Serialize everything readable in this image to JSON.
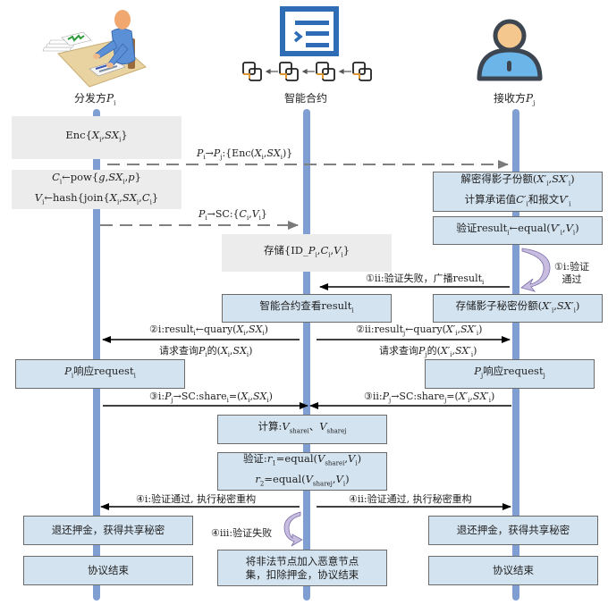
{
  "actors": {
    "distributor": {
      "label": "分发方",
      "var": "P",
      "sub": "i",
      "icon": "person-at-desk-icon"
    },
    "contract": {
      "label": "智能合约",
      "icon": "smart-contract-icon",
      "chain_icon": "blockchain-icon"
    },
    "receiver": {
      "label": "接收方",
      "var": "P",
      "sub": "j",
      "icon": "user-avatar-icon"
    }
  },
  "boxes": {
    "enc": "Enc{X_i,SX_i}",
    "commit_line1": "C_i←pow{g,SX_i,p}",
    "commit_line2": "V_i←hash{join{X_i,SX_i,C_i}",
    "store_sc": "存储{ID_P_i,C_i,V_i}",
    "decrypt_line1": "解密得影子份额(X′_i,SX′_i)",
    "decrypt_line2": "计算承诺值C′_i和报文V′_i",
    "verify_result": "验证result_i←equal(V′_i,V_i)",
    "sc_check": "智能合约查看result_i",
    "store_shadow": "存储影子秘密份额(X′_i,SX′_i)",
    "pi_respond": "P_i响应request_i",
    "pj_respond": "P_j响应request_j",
    "compute": "计算:V_sharei、V_sharej",
    "verify_line1": "验证:r_1=equal(V_sharei,V_i)",
    "verify_line2": "r_2=equal(V_sharej,V_i)",
    "refund_left": "退还押金，获得共享秘密",
    "refund_right": "退还押金，获得共享秘密",
    "end_left": "协议结束",
    "end_right": "协议结束",
    "malicious_line1": "将非法节点加入恶意节点",
    "malicious_line2": "集，扣除押金，协议结束"
  },
  "messages": {
    "send_enc": "P_i→P_j:{Enc(X_i,SX_i)}",
    "send_commit": "P_i→SC:{C_i,V_i}",
    "fail_broadcast": "①ii:验证失败，广播result_i",
    "pass_1": "①i:验证",
    "pass_2": "通过",
    "query_i": "②i:result_i←quary(X_i,SX_i)",
    "query_i_sub": "请求查询P_i的(X_i,SX_i)",
    "query_j": "②ii:result_j←quary(X′_i,SX′_i)",
    "query_j_sub": "请求查询P_j的(X′_i,SX′_i)",
    "share_i": "③i:P_j→SC:share_i=(X_i,SX_i)",
    "share_j": "③ii:P_j→SC:share_j=(X′_i,SX′_i)",
    "recon_i": "④i:验证通过, 执行秘密重构",
    "recon_ii": "④ii:验证通过, 执行秘密重构",
    "fail_iii": "④iii:验证失败"
  },
  "colors": {
    "lifeline": "#7f9fd2",
    "box_blue": "#d3e3f0",
    "box_gray": "#ececec",
    "arrow": "#000000",
    "dashed_arrow": "#808080",
    "curved_arrow": "#b9aed6",
    "contract_icon": "#2e6db5"
  }
}
